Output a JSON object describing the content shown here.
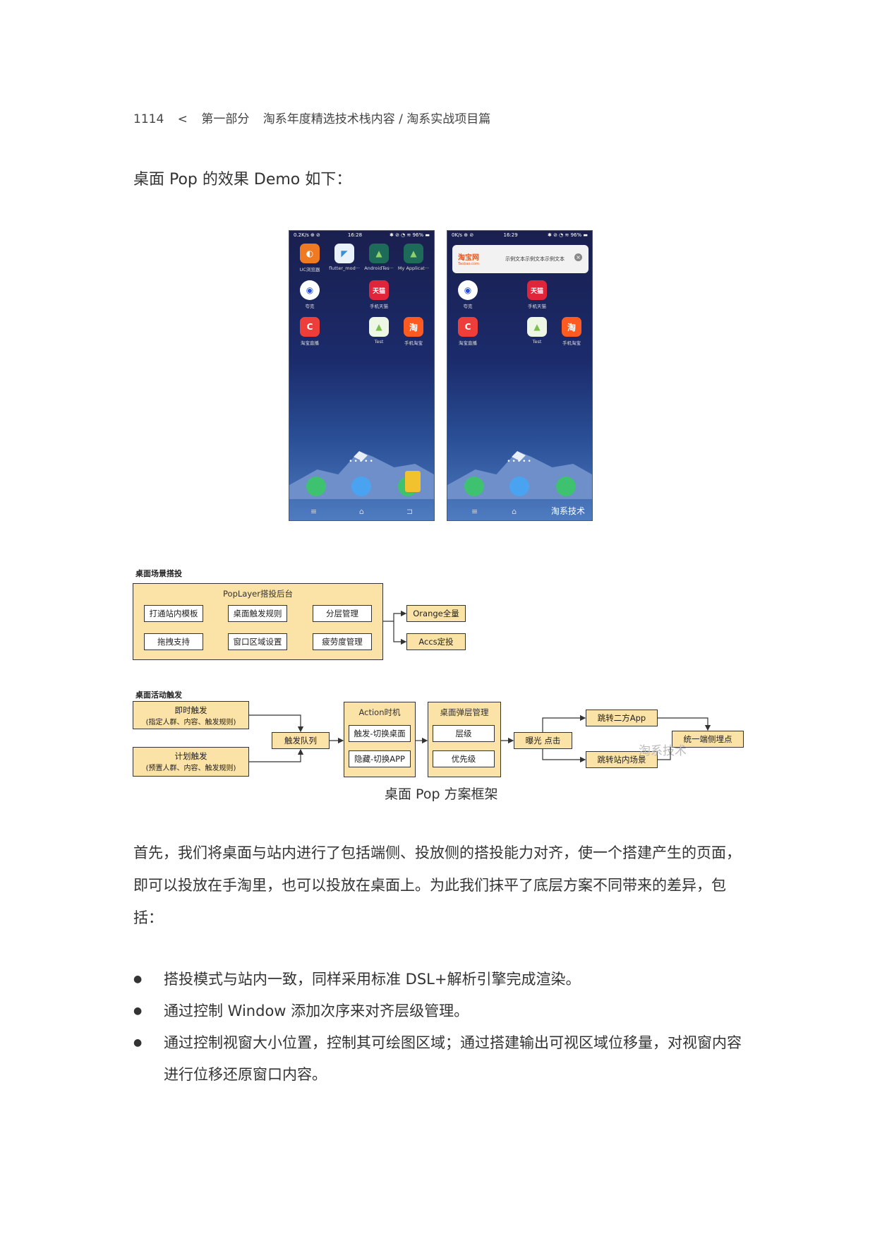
{
  "header": {
    "page_number": "1114",
    "sep": "<",
    "part": "第一部分",
    "section": "淘系年度精选技术栈内容 / 淘系实战项目篇"
  },
  "intro": "桌面 Pop 的效果 Demo 如下：",
  "phone1": {
    "status_left": "0.2K/s ⊕ ⊘",
    "time": "16:28",
    "status_right": "✱ ⊘ ◔ ≋ 96% ▬",
    "apps": [
      "UC浏览器",
      "flutter_mod···",
      "AndroidTes···",
      "My Applicat···",
      "夸克",
      "手机天猫",
      "淘宝直播",
      "Test",
      "手机淘宝"
    ],
    "nav": [
      "≡",
      "⌂",
      "⊐"
    ]
  },
  "phone2": {
    "status_left": "0K/s ⊕ ⊘",
    "time": "16:29",
    "status_right": "✱ ⊘ ◔ ≋ 96% ▬",
    "popup_logo": "淘宝网",
    "popup_logo_sub": "Taobao.com",
    "popup_text": "示例文本示例文本示例文本",
    "apps": [
      "夸克",
      "手机天猫",
      "淘宝直播",
      "Test",
      "手机淘宝"
    ],
    "nav": [
      "≡",
      "⌂"
    ],
    "watermark": "淘系技术"
  },
  "diagram": {
    "section1_title": "桌面场景搭投",
    "backend_title": "PopLayer搭投后台",
    "backend_items": [
      "打通站内模板",
      "桌面触发规则",
      "分层管理",
      "拖拽支持",
      "窗口区域设置",
      "疲劳度管理"
    ],
    "outputs": [
      "Orange全量",
      "Accs定投"
    ],
    "section2_title": "桌面活动触发",
    "trigger1_title": "即时触发",
    "trigger1_sub": "(指定人群、内容、触发规则)",
    "trigger2_title": "计划触发",
    "trigger2_sub": "(预置人群、内容、触发规则)",
    "queue": "触发队列",
    "action_title": "Action时机",
    "action_items": [
      "触发-切换桌面",
      "隐藏-切换APP"
    ],
    "layer_title": "桌面弹层管理",
    "layer_items": [
      "层级",
      "优先级"
    ],
    "expose": "曝光 点击",
    "jump1": "跳转二方App",
    "jump2": "跳转站内场景",
    "track": "统一端侧埋点",
    "watermark": "淘系技术"
  },
  "caption": "桌面 Pop 方案框架",
  "paragraph": "首先，我们将桌面与站内进行了包括端侧、投放侧的搭投能力对齐，使一个搭建产生的页面，即可以投放在手淘里，也可以投放在桌面上。为此我们抹平了底层方案不同带来的差异，包括：",
  "bullets": [
    "搭投模式与站内一致，同样采用标准 DSL+解析引擎完成渲染。",
    "通过控制 Window 添加次序来对齐层级管理。",
    "通过控制视窗大小位置，控制其可绘图区域；通过搭建输出可视区域位移量，对视窗内容进行位移还原窗口内容。"
  ],
  "bullet_symbol": "●",
  "colors": {
    "diagram_fill": "#fbe2a6",
    "popup_brand": "#e4581f"
  }
}
